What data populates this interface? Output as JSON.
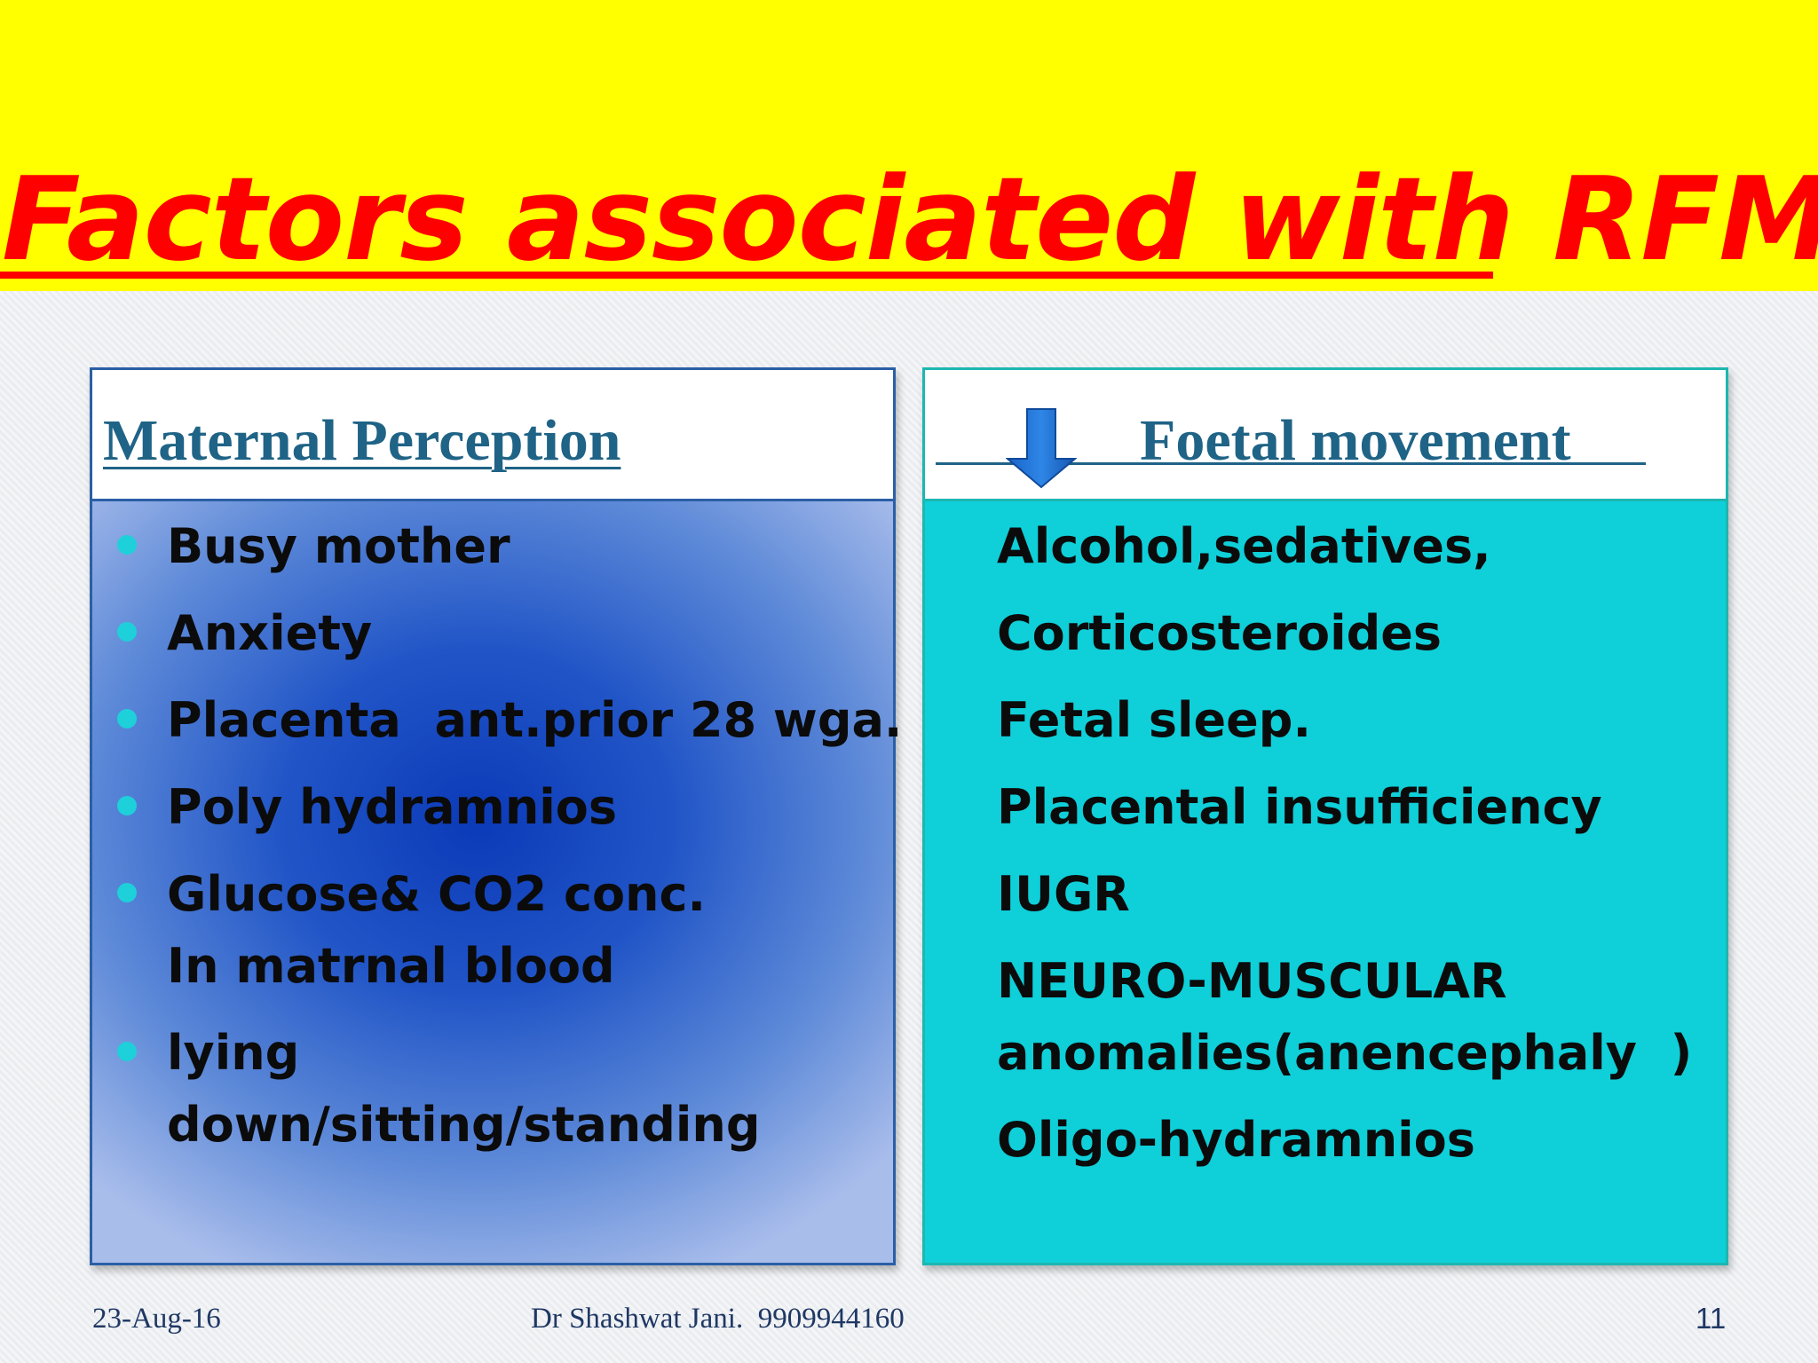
{
  "slide": {
    "title": "Factors associated with RFM",
    "colors": {
      "title_band": "#ffff00",
      "title_text": "#ff0000",
      "heading_text": "#1f6386",
      "right_body": "#0fcfd9",
      "left_body": "#2155c7"
    }
  },
  "left_panel": {
    "heading": "Maternal Perception",
    "items": [
      {
        "text": "Busy mother"
      },
      {
        "text": "Anxiety"
      },
      {
        "text": "Placenta  ant.prior 28 wga."
      },
      {
        "text": "Poly hydramnios"
      },
      {
        "text": "Glucose& CO2 conc. In matrnal blood"
      },
      {
        "text": "lying down/sitting/standing"
      }
    ]
  },
  "right_panel": {
    "heading": "Foetal movement",
    "icon": "down-arrow-icon",
    "items": [
      {
        "line1": "Alcohol,sedatives,"
      },
      {
        "line1": "Corticosteroides"
      },
      {
        "line1": "Fetal sleep."
      },
      {
        "line1": "Placental insufficiency"
      },
      {
        "line1": "IUGR"
      },
      {
        "line1": "NEURO-MUSCULAR",
        "line2": "anomalies(anencephaly  )"
      },
      {
        "line1": "Oligo-hydramnios"
      }
    ]
  },
  "footer": {
    "date": "23-Aug-16",
    "author": "Dr Shashwat Jani.  9909944160",
    "page": "11"
  }
}
